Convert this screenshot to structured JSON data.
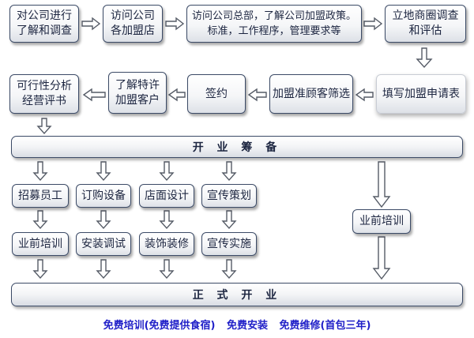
{
  "row1": {
    "step1": {
      "line1": "对公司进行",
      "line2": "了解和调查"
    },
    "step2": {
      "line1": "访问公司",
      "line2": "各加盟店"
    },
    "step3": {
      "line1": "访问公司总部，了解公司加盟政策。",
      "line2": "标准，工作程序，管理要求等"
    },
    "step4": {
      "line1": "立地商圈调查",
      "line2": "和评估"
    }
  },
  "row2": {
    "step5": {
      "label": "填写加盟申请表"
    },
    "step6": {
      "label": "加盟准顾客筛选"
    },
    "step7": {
      "label": "签约"
    },
    "step8": {
      "line1": "了解特许",
      "line2": "加盟客户"
    },
    "step9": {
      "line1": "可行性分析",
      "line2": "经营评书"
    }
  },
  "preparation": {
    "title": "开 业 筹 备",
    "tasks": [
      {
        "plan": "招募员工",
        "execute": "业前培训"
      },
      {
        "plan": "订购设备",
        "execute": "安装调试"
      },
      {
        "plan": "店面设计",
        "execute": "装饰装修"
      },
      {
        "plan": "宣传策划",
        "execute": "宣传实施"
      }
    ],
    "side_track": "业前培训"
  },
  "opening": {
    "title": "正 式 开 业"
  },
  "footer": {
    "items": [
      "免费培训(免费提供食宿)",
      "免费安装",
      "免费维修(首包三年)"
    ]
  },
  "colors": {
    "box_border": "#3b4a66",
    "text": "#1c2540",
    "footer_text": "#1f1fc8",
    "arrow_stroke": "#555b66"
  }
}
